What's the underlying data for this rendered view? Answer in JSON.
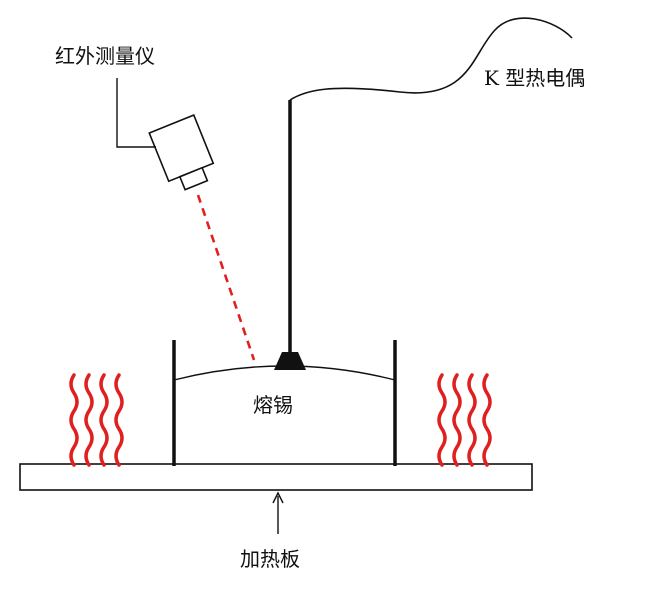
{
  "labels": {
    "ir_meter": "红外测量仪",
    "thermocouple": "K 型热电偶",
    "molten_tin": "熔锡",
    "hot_plate": "加热板"
  },
  "colors": {
    "line": "#111111",
    "heat_wave": "#e02020",
    "laser": "#e02020",
    "background": "#ffffff"
  },
  "icons": {
    "heat_waves": "wavy-lines-icon",
    "ir_meter": "camera-icon"
  }
}
